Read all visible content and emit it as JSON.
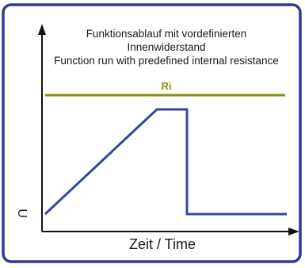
{
  "title_lines": [
    "Funktionsablauf mit vordefinierten",
    "Innenwiderstand",
    "Function run with predefined internal resistance"
  ],
  "ri_label": "Ri",
  "x_axis_label": "Zeit / Time",
  "y_axis_label": "U",
  "colors": {
    "frame": "#2f3a8f",
    "axes": "#111111",
    "ri_line": "#8a8f16",
    "signal": "#3545a6",
    "text": "#1a1a1a"
  }
}
